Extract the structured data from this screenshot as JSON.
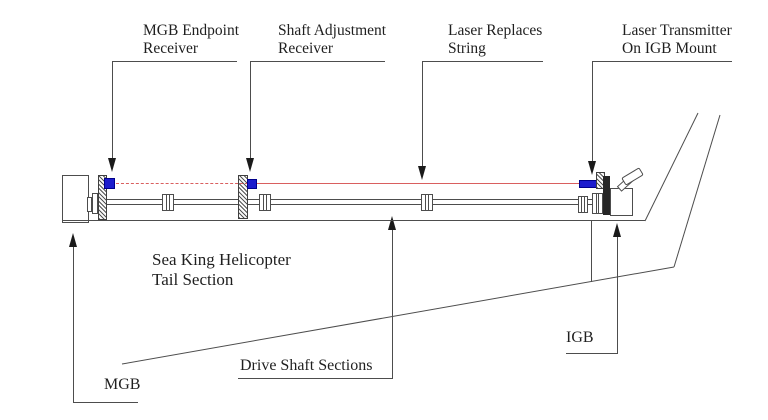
{
  "callouts": {
    "mgb_endpoint_receiver": {
      "line1": "MGB Endpoint",
      "line2": "Receiver"
    },
    "shaft_adjustment_receiver": {
      "line1": "Shaft Adjustment",
      "line2": "Receiver"
    },
    "laser_replaces_string": {
      "line1": "Laser Replaces",
      "line2": "String"
    },
    "laser_transmitter_igb": {
      "line1": "Laser Transmitter",
      "line2": "On IGB Mount"
    },
    "drive_shaft_sections": "Drive Shaft Sections",
    "igb": "IGB",
    "mgb": "MGB"
  },
  "caption": {
    "line1": "Sea King Helicopter",
    "line2": "Tail Section"
  },
  "colors": {
    "laser_beam_red": "#d95f5f",
    "receiver_blue": "#1c1ccd",
    "outline_gray": "#4d4d4d"
  }
}
